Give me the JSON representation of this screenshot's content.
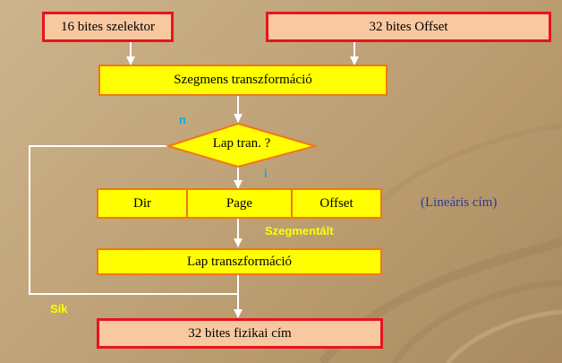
{
  "diagram": {
    "selector_box": "16 bites szelektor",
    "offset_box": "32 bites Offset",
    "segment_transform": "Szegmens transzformáció",
    "decision": "Lap tran. ?",
    "label_no": "n",
    "label_yes": "i",
    "linear_fields": [
      "Dir",
      "Page",
      "Offset"
    ],
    "linear_caption": "(Lineáris cím)",
    "label_segmented": "Szegmentált",
    "page_transform": "Lap transzformáció",
    "label_flat": "Sík",
    "physical_address": "32 bites fizikai cím"
  },
  "colors": {
    "background": "#c2a67c",
    "peach_fill": "#f8c8a0",
    "red_border": "#e8141c",
    "yellow_fill": "#ffff00",
    "orange_border": "#f07818",
    "connector": "#ffffff",
    "cyan_label": "#00aaee",
    "yellow_label": "#ffff00",
    "caption_blue": "#2a3a9a"
  }
}
